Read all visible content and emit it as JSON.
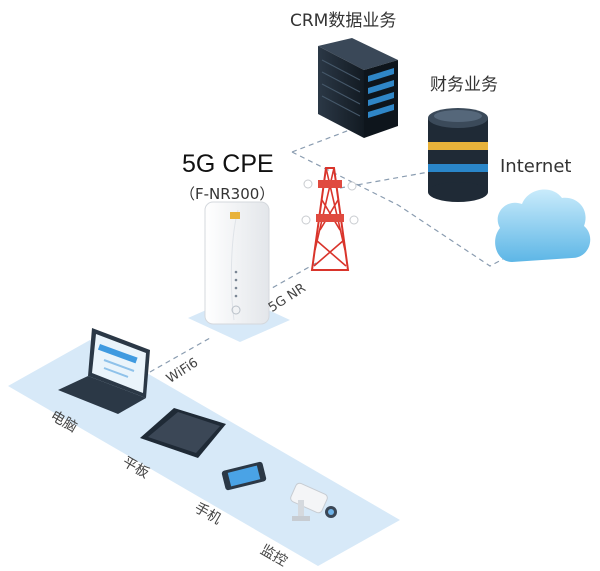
{
  "labels": {
    "crm": "CRM数据业务",
    "finance": "财务业务",
    "internet": "Internet",
    "cpe_title": "5G CPE",
    "cpe_model": "（F-NR300）",
    "nr": "5G NR",
    "wifi": "WiFi6",
    "laptop": "电脑",
    "tablet": "平板",
    "phone": "手机",
    "camera": "监控"
  },
  "colors": {
    "platform": "#d7e9f8",
    "cloud": "#7fc8ee",
    "server_rack": "#1f2a36",
    "db_gold": "#e8b23a",
    "db_blue": "#2a86c9",
    "tower_red": "#d9342b",
    "dashed_line": "#8a9cb0",
    "text": "#333333"
  },
  "icons": [
    "server-rack-icon",
    "database-icon",
    "cloud-icon",
    "tower-icon",
    "router-icon",
    "laptop-icon",
    "tablet-icon",
    "phone-icon",
    "camera-icon"
  ]
}
